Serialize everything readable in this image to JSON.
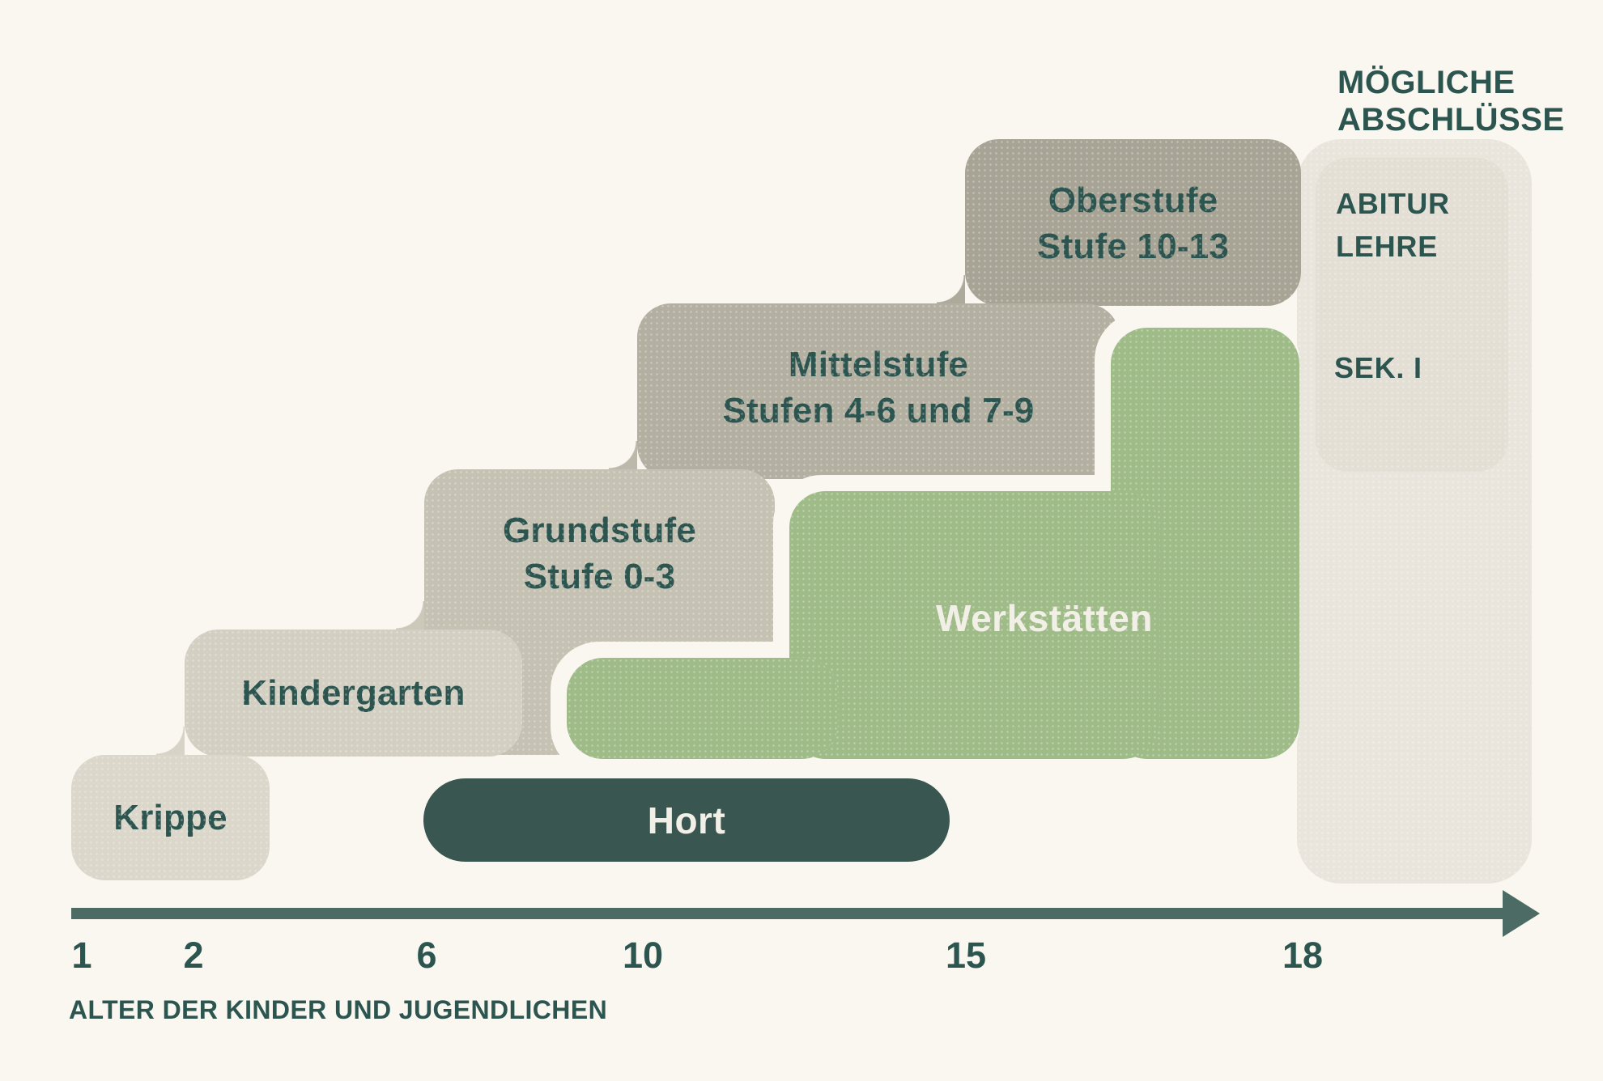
{
  "diagram": {
    "qualifications_title": {
      "line1": "MÖGLICHE",
      "line2": "ABSCHLÜSSE"
    },
    "qualifications": [
      "ABITUR",
      "LEHRE",
      "SEK. I"
    ],
    "stages": {
      "krippe": {
        "label": "Krippe"
      },
      "kindergarten": {
        "label": "Kindergarten"
      },
      "grundstufe": {
        "label": "Grundstufe",
        "sublabel": "Stufe 0-3"
      },
      "mittelstufe": {
        "label": "Mittelstufe",
        "sublabel": "Stufen 4-6 und 7-9"
      },
      "oberstufe": {
        "label": "Oberstufe",
        "sublabel": "Stufe 10-13"
      },
      "werkstaetten": {
        "label": "Werkstätten"
      },
      "hort": {
        "label": "Hort"
      }
    },
    "axis": {
      "ticks": [
        "1",
        "2",
        "6",
        "10",
        "15",
        "18"
      ],
      "label": "ALTER DER KINDER UND JUGENDLICHEN"
    },
    "colors": {
      "background": "#F9F7F0",
      "krippe": "#DBD7CB",
      "kindergarten": "#D3CFC2",
      "grundstufe": "#C5C1B3",
      "mittelstufe": "#B3AFA1",
      "oberstufe": "#A7A395",
      "werkstaetten": "#9EBB88",
      "hort": "#3A5650",
      "panel": "#E9E5DC",
      "panel_box": "#E3DFD5",
      "dark_text": "#2D5550",
      "light_text": "#F2EFE7",
      "axis": "#4B6B64"
    }
  }
}
